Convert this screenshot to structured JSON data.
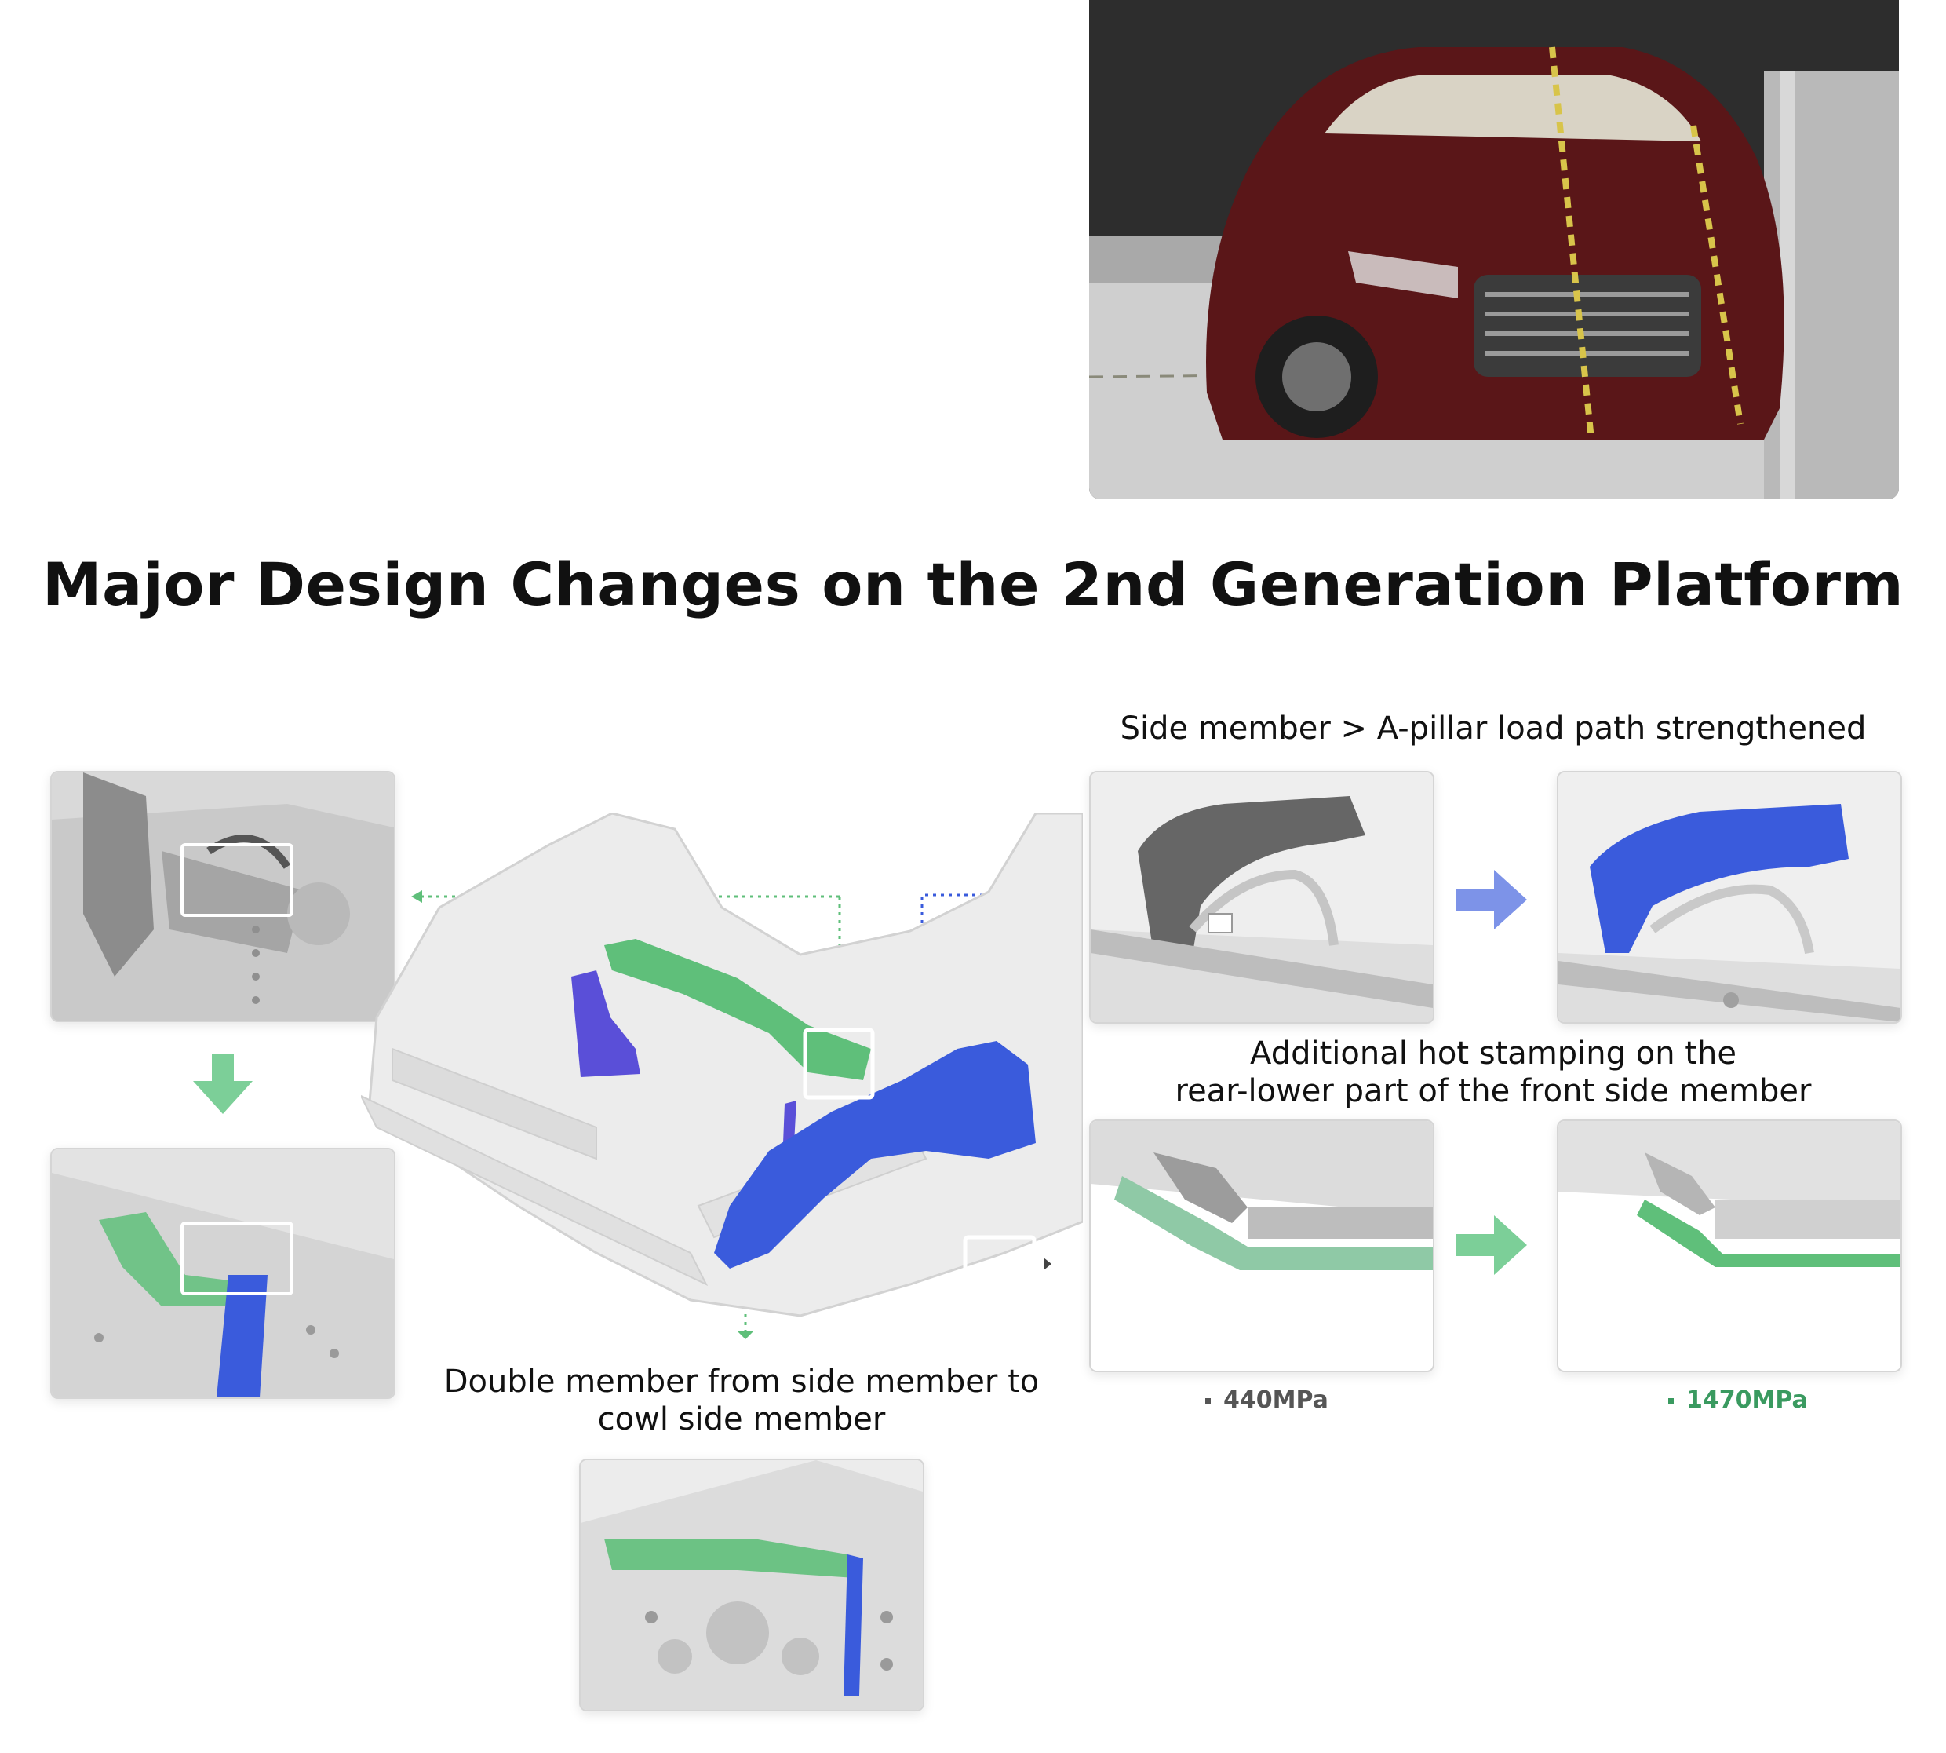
{
  "title": "Major Design Changes on the 2nd Generation Platform",
  "captions": {
    "load_path": "Side member > A-pillar load path strengthened",
    "hot_stamping_line1": "Additional hot stamping on the",
    "hot_stamping_line2": "rear-lower part of the front side member",
    "double_member_line1": "Double member from side member to",
    "double_member_line2": "cowl side member"
  },
  "strength": {
    "before": "440MPa",
    "after": "1470MPa"
  },
  "colors": {
    "green": "#5fbf7a",
    "blue": "#3a5bdc",
    "arrow_blue": "#7d93e8",
    "arrow_green": "#7ccf98",
    "mpa_before": "#555555",
    "mpa_after": "#3a9a60"
  }
}
